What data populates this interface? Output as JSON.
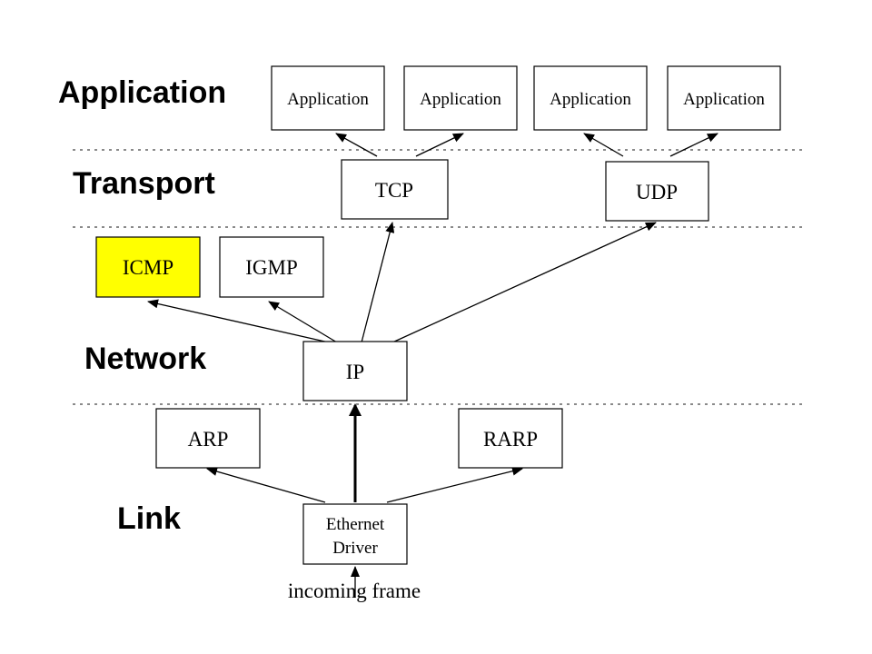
{
  "layers": {
    "application": "Application",
    "transport": "Transport",
    "network": "Network",
    "link": "Link"
  },
  "boxes": {
    "app1": "Application",
    "app2": "Application",
    "app3": "Application",
    "app4": "Application",
    "tcp": "TCP",
    "udp": "UDP",
    "icmp": "ICMP",
    "igmp": "IGMP",
    "ip": "IP",
    "arp": "ARP",
    "rarp": "RARP",
    "ethernet_line1": "Ethernet",
    "ethernet_line2": "Driver"
  },
  "caption": "incoming frame",
  "colors": {
    "highlight": "#ffff00",
    "box_fill": "#ffffff",
    "stroke": "#000000"
  }
}
